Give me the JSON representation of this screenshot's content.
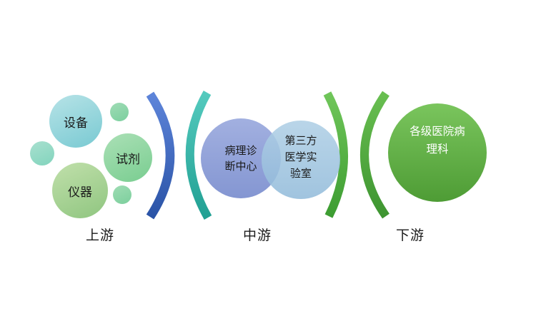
{
  "upstream": {
    "stage_label": "上游",
    "equipment": "设备",
    "reagent": "试剂",
    "instrument": "仪器"
  },
  "midstream": {
    "stage_label": "中游",
    "pathology_center": {
      "line1": "病理诊",
      "line2": "断中心"
    },
    "third_party_lab": {
      "line1": "第三方",
      "line2": "医学实",
      "line3": "验室"
    }
  },
  "downstream": {
    "stage_label": "下游",
    "hospital_pathology": {
      "line1": "各级医院病",
      "line2": "理科"
    }
  },
  "colors": {
    "equipment_circle": "#8fd2d9",
    "reagent_circle": "#93d8a4",
    "instrument_circle": "#aad497",
    "small_green_dot": "#8ed6a9",
    "small_teal_dot": "#95dac7",
    "pathology_circle": "#91a1d8",
    "lab_circle": "#a3c7e2",
    "hospital_circle": "#61b045",
    "arc_blue": "#3f66bd",
    "arc_teal": "#35bdb0",
    "arc_green_outer": "#55ae41",
    "arc_green_inner": "#4ba33a",
    "text_dark": "#1a1a1a",
    "text_light": "#ffffff"
  }
}
